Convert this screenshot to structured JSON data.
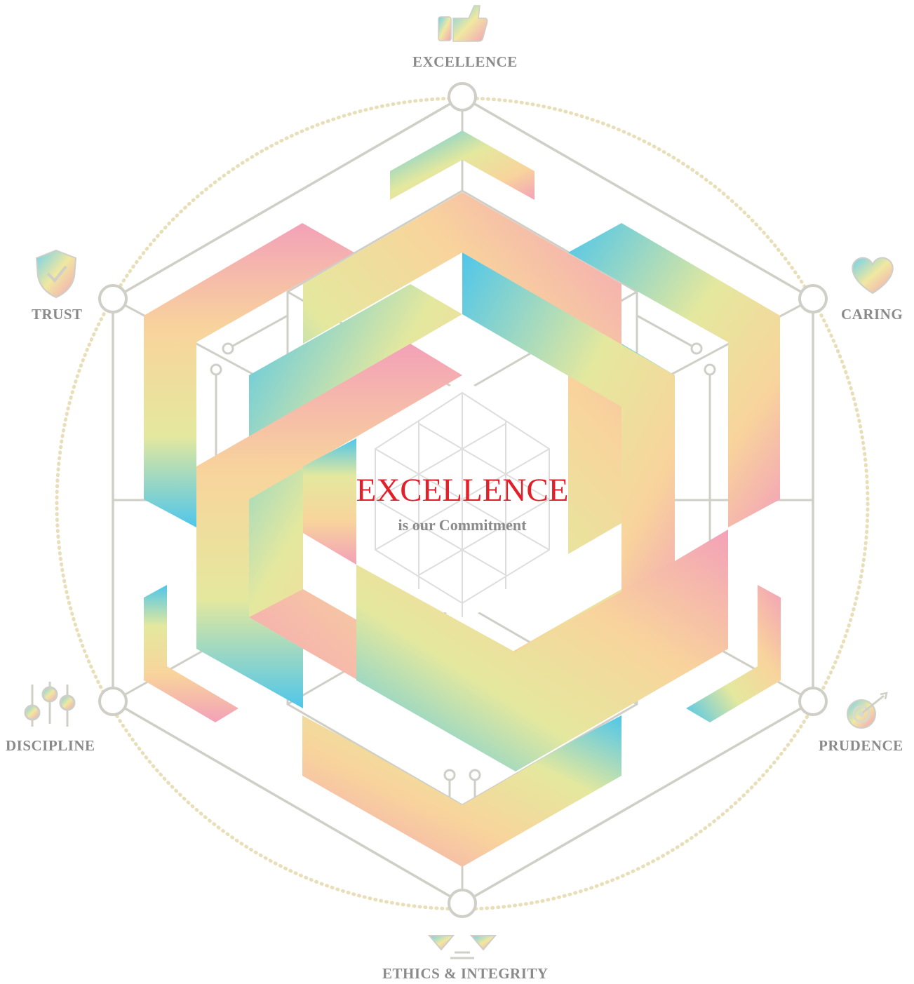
{
  "values": [
    {
      "key": "excellence",
      "label": "EXCELLENCE",
      "icon": "thumbs-up-icon"
    },
    {
      "key": "caring",
      "label": "CARING",
      "icon": "heart-icon"
    },
    {
      "key": "prudence",
      "label": "PRUDENCE",
      "icon": "target-icon"
    },
    {
      "key": "ethics",
      "label": "ETHICS & INTEGRITY",
      "icon": "scales-icon"
    },
    {
      "key": "discipline",
      "label": "DISCIPLINE",
      "icon": "sliders-icon"
    },
    {
      "key": "trust",
      "label": "TRUST",
      "icon": "shield-check-icon"
    }
  ],
  "center": {
    "title": "EXCELLENCE",
    "subtitle": "is our Commitment"
  },
  "colors": {
    "title_red": "#e3202a",
    "label_gray": "#8a8a8a",
    "gradient_pink": "#f3a1b8",
    "gradient_peach": "#f8d49c",
    "gradient_yellow": "#e4e89e",
    "gradient_cyan": "#4fc6ea",
    "line_silver": "#c9c9c3",
    "dot_gold": "#e8dfb8"
  }
}
